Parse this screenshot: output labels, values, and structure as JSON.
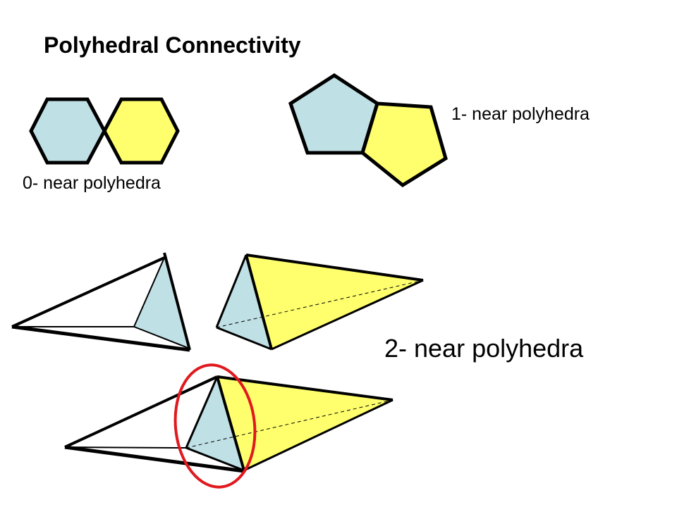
{
  "slide": {
    "title": "Polyhedral Connectivity",
    "labels": {
      "zero": "0- near polyhedra",
      "one": "1- near polyhedra",
      "two": "2- near polyhedra"
    }
  },
  "colors": {
    "blue_fill": "#bfe0e4",
    "yellow_fill": "#ffff6e",
    "outline": "#000000",
    "highlight": "#e0191e"
  }
}
